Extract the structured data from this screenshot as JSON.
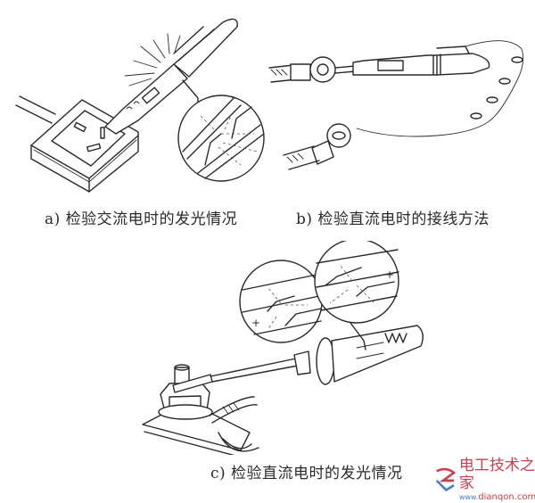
{
  "figure": {
    "panels": [
      {
        "id": "a",
        "caption": "a) 检验交流电时的发光情况",
        "subject": "test pen on AC socket with glowing neon lamp (magnified inset)"
      },
      {
        "id": "b",
        "caption": "b) 检验直流电时的接线方法",
        "subject": "test pen connected with ring-terminal leads for DC test"
      },
      {
        "id": "c",
        "caption": "c) 检验直流电时的发光情况",
        "subject": "test pen on battery terminal with two magnified neon-electrode insets"
      }
    ]
  },
  "watermark": {
    "name": "电工技术之家",
    "url": "dianqon.com",
    "prefix": "www.",
    "color": "#c94050",
    "accent": "#4a7fc0"
  }
}
